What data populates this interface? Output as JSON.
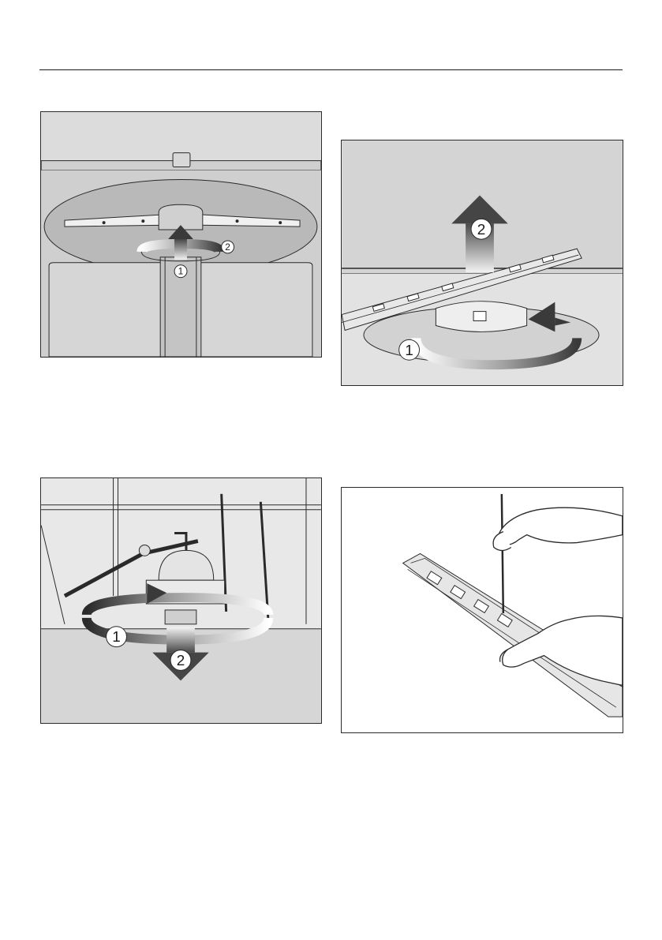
{
  "figures": [
    {
      "id": "fig-upper-arm-unscrew",
      "steps": [
        "1",
        "2"
      ]
    },
    {
      "id": "fig-lower-arm-remove",
      "steps": [
        "1",
        "2"
      ]
    },
    {
      "id": "fig-middle-arm-remove",
      "steps": [
        "1",
        "2"
      ]
    },
    {
      "id": "fig-clean-nozzles",
      "steps": []
    }
  ],
  "colors": {
    "panel_grey": "#d4d4d4",
    "panel_light": "#e4e4e4",
    "line": "#2a2a2a",
    "arrow_dark": "#4a4a4a"
  }
}
